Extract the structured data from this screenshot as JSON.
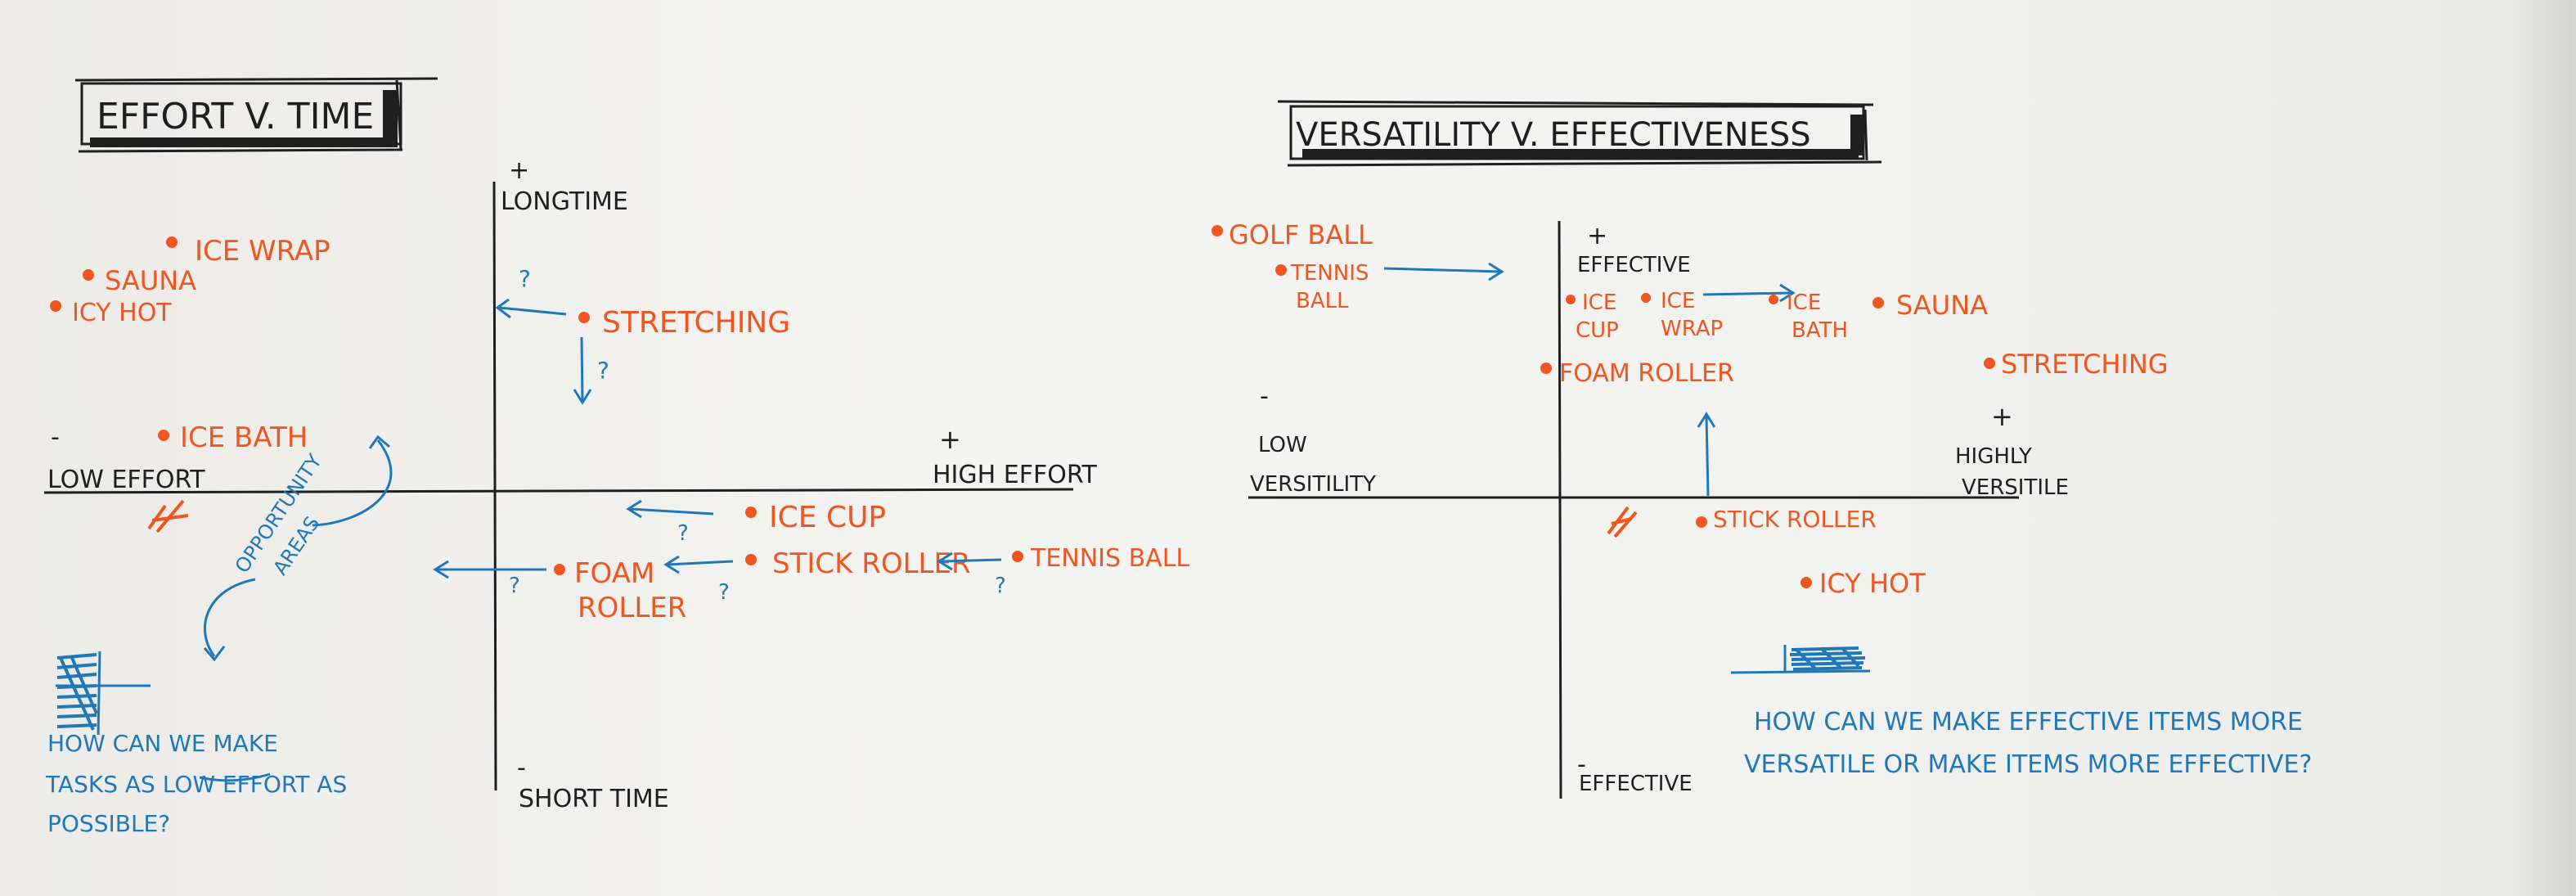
{
  "colors": {
    "ink": "#1f1f1f",
    "orange": "#f0561f",
    "blue": "#2178b8"
  },
  "left_chart": {
    "title": "EFFORT V. TIME",
    "y_top_sign": "+",
    "y_top": "LONGTIME",
    "y_bottom_sign": "-",
    "y_bottom": "SHORT TIME",
    "x_left_sign": "-",
    "x_left": "LOW EFFORT",
    "x_right_sign": "+",
    "x_right": "HIGH EFFORT",
    "items": {
      "ice_wrap": "ICE WRAP",
      "sauna": "SAUNA",
      "icy_hot": "ICY HOT",
      "stretching": "STRETCHING",
      "ice_bath": "ICE BATH",
      "ice_cup": "ICE CUP",
      "stick_roller": "STICK ROLLER",
      "tennis_ball": "TENNIS BALL",
      "foam_line1": "FOAM",
      "foam_line2": "ROLLER"
    },
    "question_mark": "?",
    "opportunity_line1": "OPPORTUNITY",
    "opportunity_line2": "AREAS",
    "question_line1": "HOW CAN WE MAKE",
    "question_line2": "TASKS AS LOW EFFORT AS",
    "question_line3": "POSSIBLE?"
  },
  "right_chart": {
    "title": "VERSATILITY V. EFFECTIVENESS",
    "y_top_sign": "+",
    "y_top": "EFFECTIVE",
    "y_bottom_sign": "-",
    "y_bottom": "EFFECTIVE",
    "x_left_sign": "-",
    "x_left_line1": "LOW",
    "x_left_line2": "VERSITILITY",
    "x_right_sign": "+",
    "x_right_line1": "HIGHLY",
    "x_right_line2": "VERSITILE",
    "items": {
      "golf_ball": "GOLF BALL",
      "tennis_line1": "TENNIS",
      "tennis_line2": "BALL",
      "icecup_line1": "ICE",
      "icecup_line2": "CUP",
      "icewrap_line1": "ICE",
      "icewrap_line2": "WRAP",
      "icebath_line1": "ICE",
      "icebath_line2": "BATH",
      "sauna": "SAUNA",
      "stretching": "STRETCHING",
      "foam_roller": "FOAM ROLLER",
      "stick_roller": "STICK ROLLER",
      "icy_hot": "ICY HOT"
    },
    "question_line1": "HOW CAN WE MAKE EFFECTIVE ITEMS MORE",
    "question_line2": "VERSATILE OR MAKE ITEMS MORE EFFECTIVE?"
  }
}
